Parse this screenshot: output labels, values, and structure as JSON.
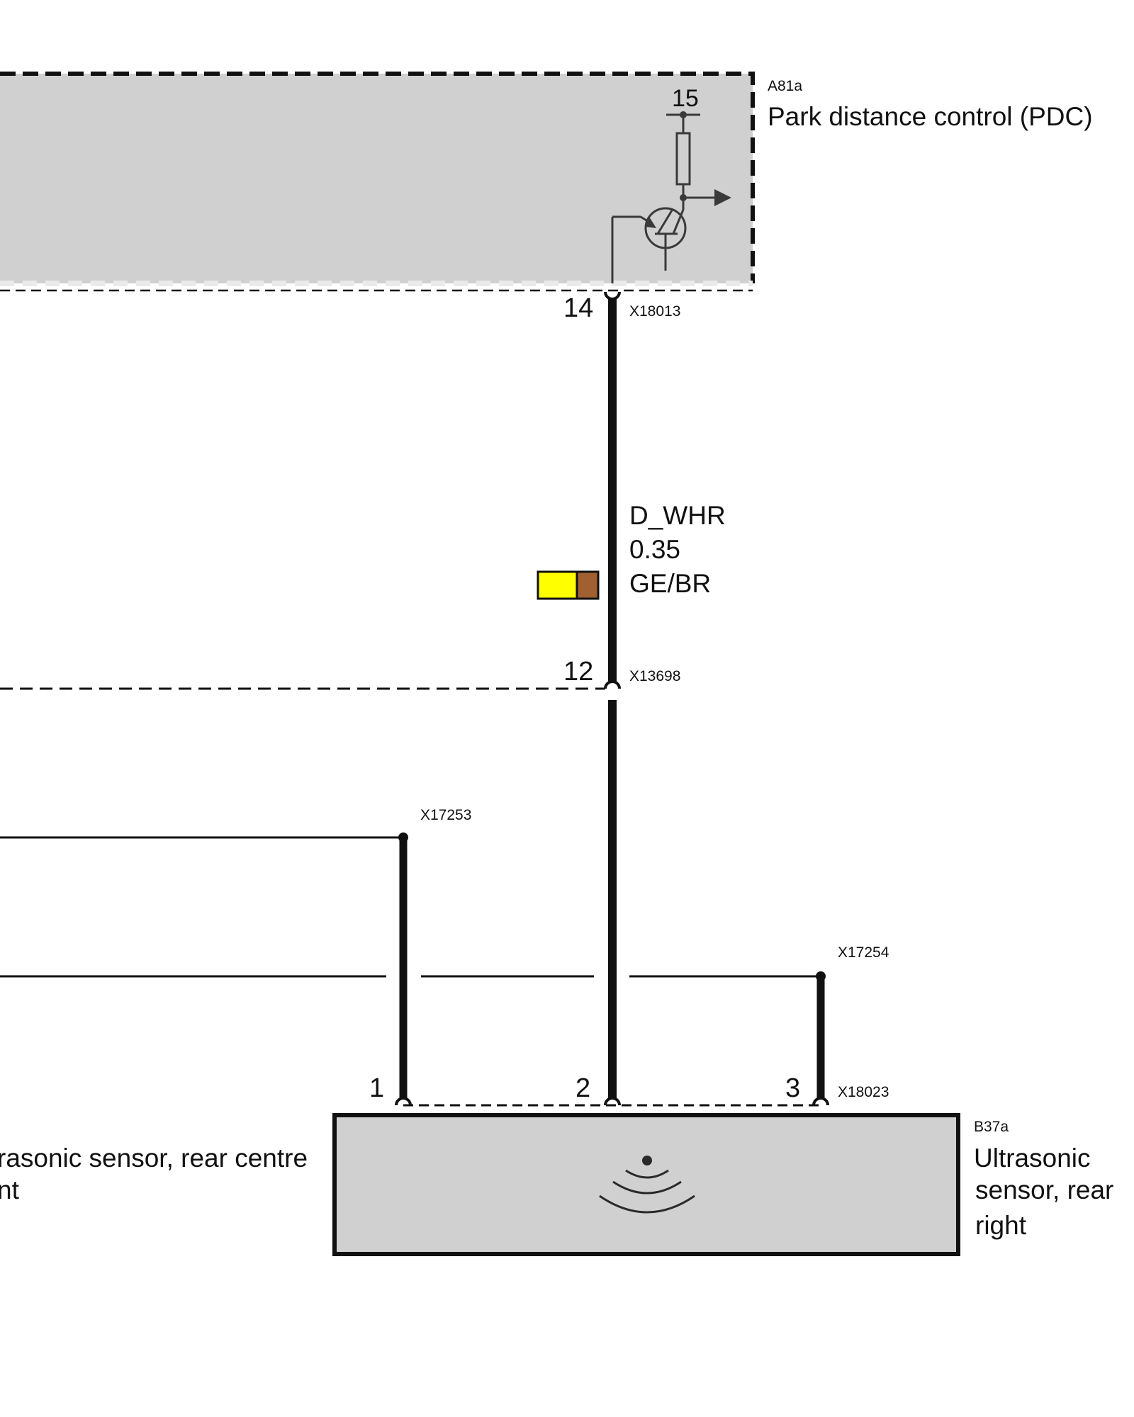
{
  "pdc_module": {
    "id": "A81a",
    "name": "Park distance control (PDC)",
    "supply_pin": "15",
    "output_pin": "14",
    "connector": "X18013"
  },
  "wire": {
    "signal": "D_WHR",
    "cross_section": "0.35",
    "color_code": "GE/BR",
    "color_primary": "#ffff00",
    "color_secondary": "#a0602f"
  },
  "inline_connector": {
    "id": "X13698",
    "pin": "12"
  },
  "splices": {
    "left": "X17253",
    "right": "X17254"
  },
  "sensor_right": {
    "id": "B37a",
    "name_line1": "Ultrasonic",
    "name_line2": "sensor, rear",
    "name_line3": "right",
    "connector": "X18023",
    "pins": [
      "1",
      "2",
      "3"
    ]
  },
  "sensor_centre": {
    "name_line1": "rasonic sensor, rear centre",
    "name_line2": "nt"
  },
  "colors": {
    "module_fill": "#d0d0d0",
    "line": "#1a1a1a",
    "symbol": "#3a3a3a"
  },
  "icons": [
    "resistor-icon",
    "transistor-icon",
    "output-arrow-icon",
    "ultrasonic-wave-icon"
  ]
}
